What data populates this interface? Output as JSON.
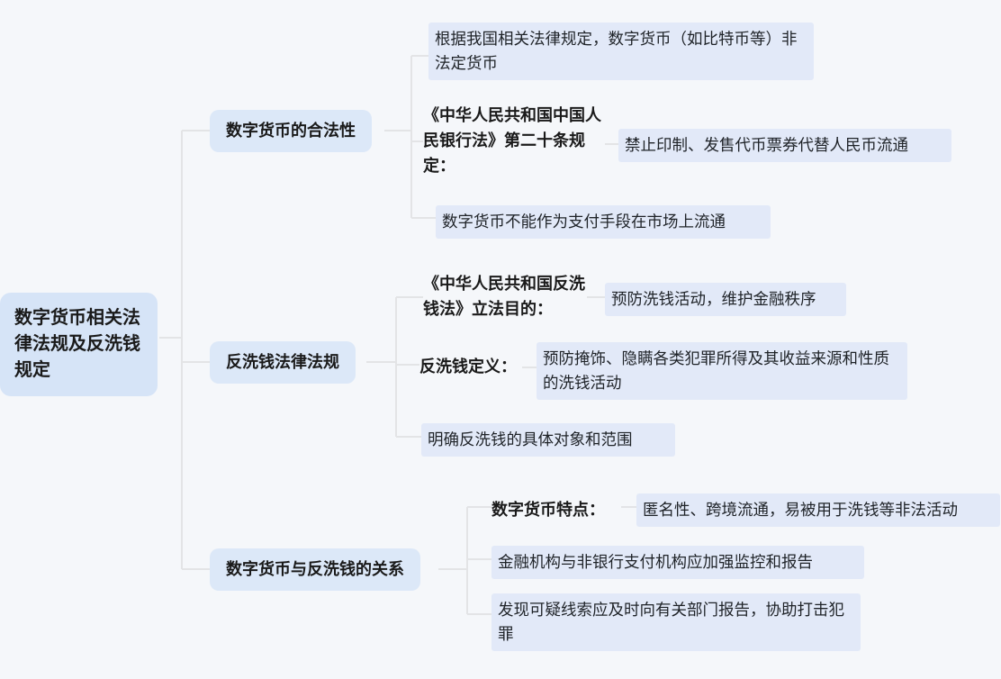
{
  "title": "数字货币相关法律法规及反洗钱规定 思维导图",
  "colors": {
    "background": "#f5f7fa",
    "root_fill": "#d6e4f7",
    "branch_fill": "#dce8f8",
    "chip_fill": "#e2e9f8",
    "link_stroke": "#e3e4e6",
    "text": "#1a1a1a"
  },
  "root": {
    "label": "数字货币相关法律法规及反洗钱规定"
  },
  "branches": [
    {
      "label": "数字货币的合法性",
      "children": [
        {
          "type": "chip",
          "label": "根据我国相关法律规定，数字货币（如比特币等）非法定货币",
          "children": []
        },
        {
          "type": "label",
          "label": "《中华人民共和国中国人民银行法》第二十条规定：",
          "children": [
            {
              "type": "chip",
              "label": "禁止印制、发售代币票券代替人民币流通"
            }
          ]
        },
        {
          "type": "chip",
          "label": "数字货币不能作为支付手段在市场上流通",
          "children": []
        }
      ]
    },
    {
      "label": "反洗钱法律法规",
      "children": [
        {
          "type": "label",
          "label": "《中华人民共和国反洗钱法》立法目的：",
          "children": [
            {
              "type": "chip",
              "label": "预防洗钱活动，维护金融秩序"
            }
          ]
        },
        {
          "type": "label",
          "label": "反洗钱定义：",
          "children": [
            {
              "type": "chip",
              "label": "预防掩饰、隐瞒各类犯罪所得及其收益来源和性质的洗钱活动"
            }
          ]
        },
        {
          "type": "chip",
          "label": "明确反洗钱的具体对象和范围",
          "children": []
        }
      ]
    },
    {
      "label": "数字货币与反洗钱的关系",
      "children": [
        {
          "type": "label",
          "label": "数字货币特点：",
          "children": [
            {
              "type": "chip",
              "label": "匿名性、跨境流通，易被用于洗钱等非法活动"
            }
          ]
        },
        {
          "type": "chip",
          "label": "金融机构与非银行支付机构应加强监控和报告",
          "children": []
        },
        {
          "type": "chip",
          "label": "发现可疑线索应及时向有关部门报告，协助打击犯罪",
          "children": []
        }
      ]
    }
  ]
}
